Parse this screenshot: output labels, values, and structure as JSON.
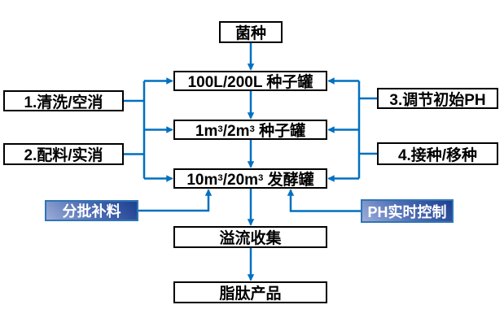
{
  "colors": {
    "connector": "#0070C0",
    "process_box_bg": "#FFFFFF",
    "process_box_border": "#000000",
    "process_text": "#000000",
    "callout_text": "#FFFFFF",
    "callout_border": "#2E75B6",
    "callout_gradient_light": "#98A9D6",
    "callout_gradient_dark": "#16367F"
  },
  "diagram": {
    "nodes": [
      {
        "id": "seed",
        "label": "菌种",
        "type": "process"
      },
      {
        "id": "tank-100l",
        "label": "100L/200L 种子罐",
        "type": "process"
      },
      {
        "id": "tank-1m3",
        "label": "1m³/2m³ 种子罐",
        "type": "process"
      },
      {
        "id": "fermenter",
        "label": "10m³/20m³ 发酵罐",
        "type": "process"
      },
      {
        "id": "overflow",
        "label": "溢流收集",
        "type": "process"
      },
      {
        "id": "product",
        "label": "脂肽产品",
        "type": "process"
      },
      {
        "id": "step1",
        "label": "1.清洗/空消",
        "type": "side"
      },
      {
        "id": "step2",
        "label": "2.配料/实消",
        "type": "side"
      },
      {
        "id": "step3",
        "label": "3.调节初始PH",
        "type": "side"
      },
      {
        "id": "step4",
        "label": "4.接种/移种",
        "type": "side"
      },
      {
        "id": "fed-batch",
        "label": "分批补料",
        "type": "callout"
      },
      {
        "id": "ph-control",
        "label": "PH实时控制",
        "type": "callout"
      }
    ],
    "edges": [
      {
        "from": "seed",
        "to": "tank-100l",
        "arrow": true
      },
      {
        "from": "tank-100l",
        "to": "tank-1m3",
        "arrow": true
      },
      {
        "from": "tank-1m3",
        "to": "fermenter",
        "arrow": true
      },
      {
        "from": "fermenter",
        "to": "overflow",
        "arrow": true
      },
      {
        "from": "overflow",
        "to": "product",
        "arrow": true
      },
      {
        "from": [
          "step1",
          "step2"
        ],
        "to": [
          "tank-100l",
          "tank-1m3",
          "fermenter"
        ],
        "via": "left-trunk",
        "arrow": true
      },
      {
        "from": [
          "step3",
          "step4"
        ],
        "to": [
          "tank-100l",
          "tank-1m3",
          "fermenter"
        ],
        "via": "right-trunk",
        "arrow": true
      },
      {
        "from": "fed-batch",
        "to": "fermenter",
        "arrow": true
      },
      {
        "from": "ph-control",
        "to": "fermenter",
        "arrow": true
      }
    ]
  }
}
